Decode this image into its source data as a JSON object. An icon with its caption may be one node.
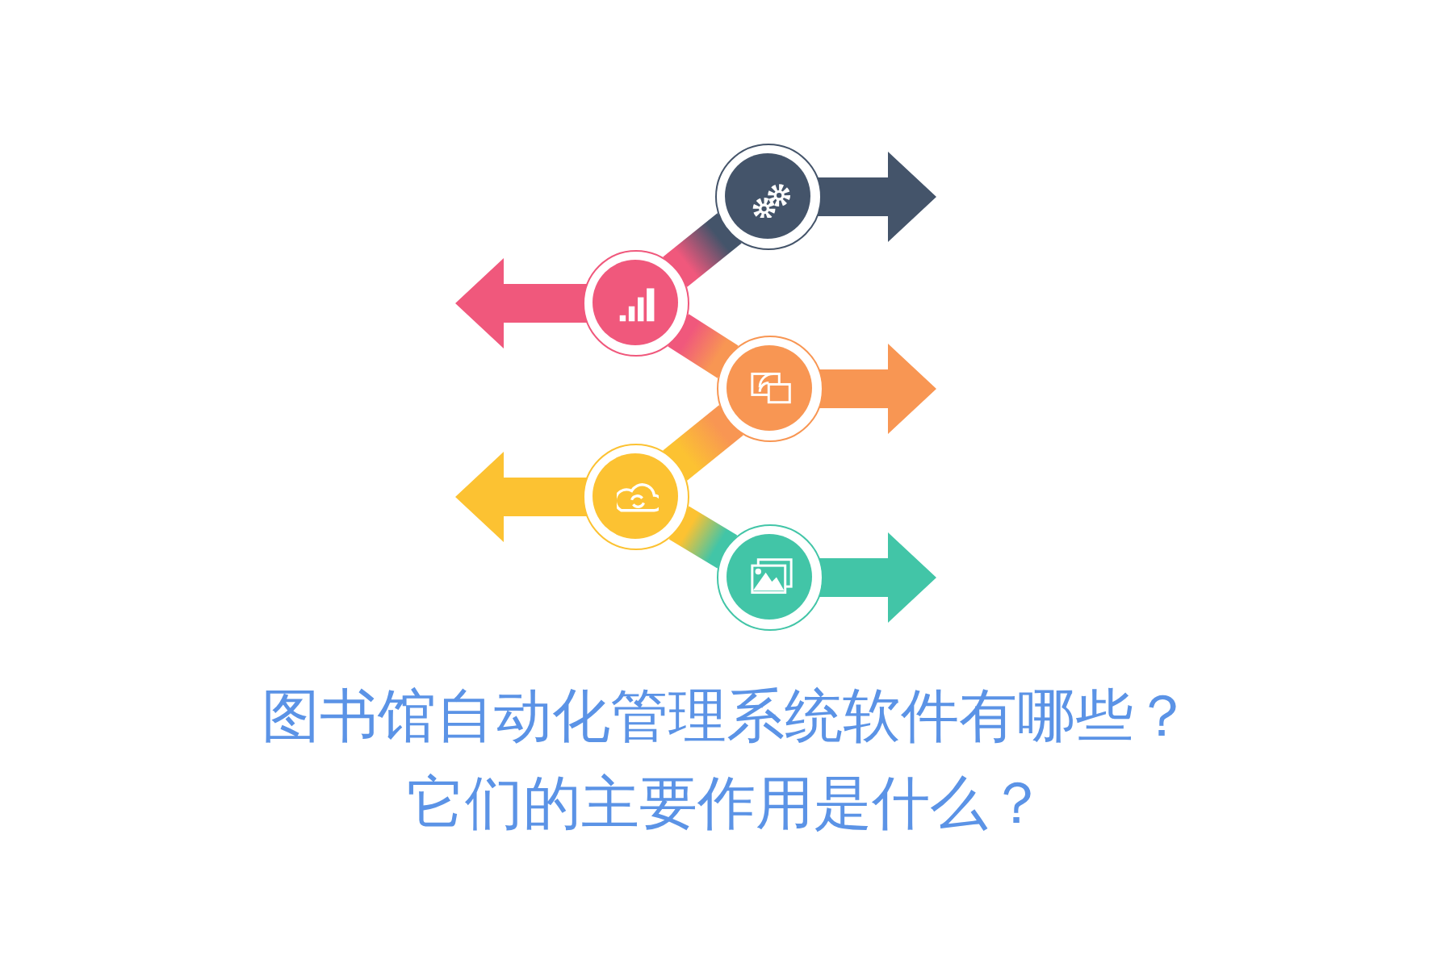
{
  "diagram": {
    "title": "图书馆自动化管理系统软件有哪些？它们的主要作用是什么？",
    "nodes": [
      {
        "text": [],
        "shape": "circle"
      },
      {
        "text": [],
        "shape": "circle"
      },
      {
        "text": [],
        "shape": "circle"
      },
      {
        "text": [],
        "shape": "circle"
      },
      {
        "text": [],
        "shape": "circle"
      }
    ],
    "edges": [
      {
        "from": 0,
        "to": null,
        "arrow": "to",
        "style": "thick",
        "color": "#44546a"
      },
      {
        "from": 1,
        "to": null,
        "arrow": "to",
        "style": "thick",
        "color": "#f0587c"
      },
      {
        "from": 2,
        "to": null,
        "arrow": "to",
        "style": "thick",
        "color": "#f89653"
      },
      {
        "from": 3,
        "to": null,
        "arrow": "to",
        "style": "thick",
        "color": "#fcc232"
      },
      {
        "from": 4,
        "to": null,
        "arrow": "to",
        "style": "thick",
        "color": "#42c5a7"
      },
      {
        "from": 0,
        "to": 1,
        "arrow": "none",
        "style": "thick"
      },
      {
        "from": 1,
        "to": 2,
        "arrow": "none",
        "style": "thick"
      },
      {
        "from": 2,
        "to": 3,
        "arrow": "none",
        "style": "thick"
      },
      {
        "from": 3,
        "to": 4,
        "arrow": "none",
        "style": "thick"
      }
    ]
  }
}
